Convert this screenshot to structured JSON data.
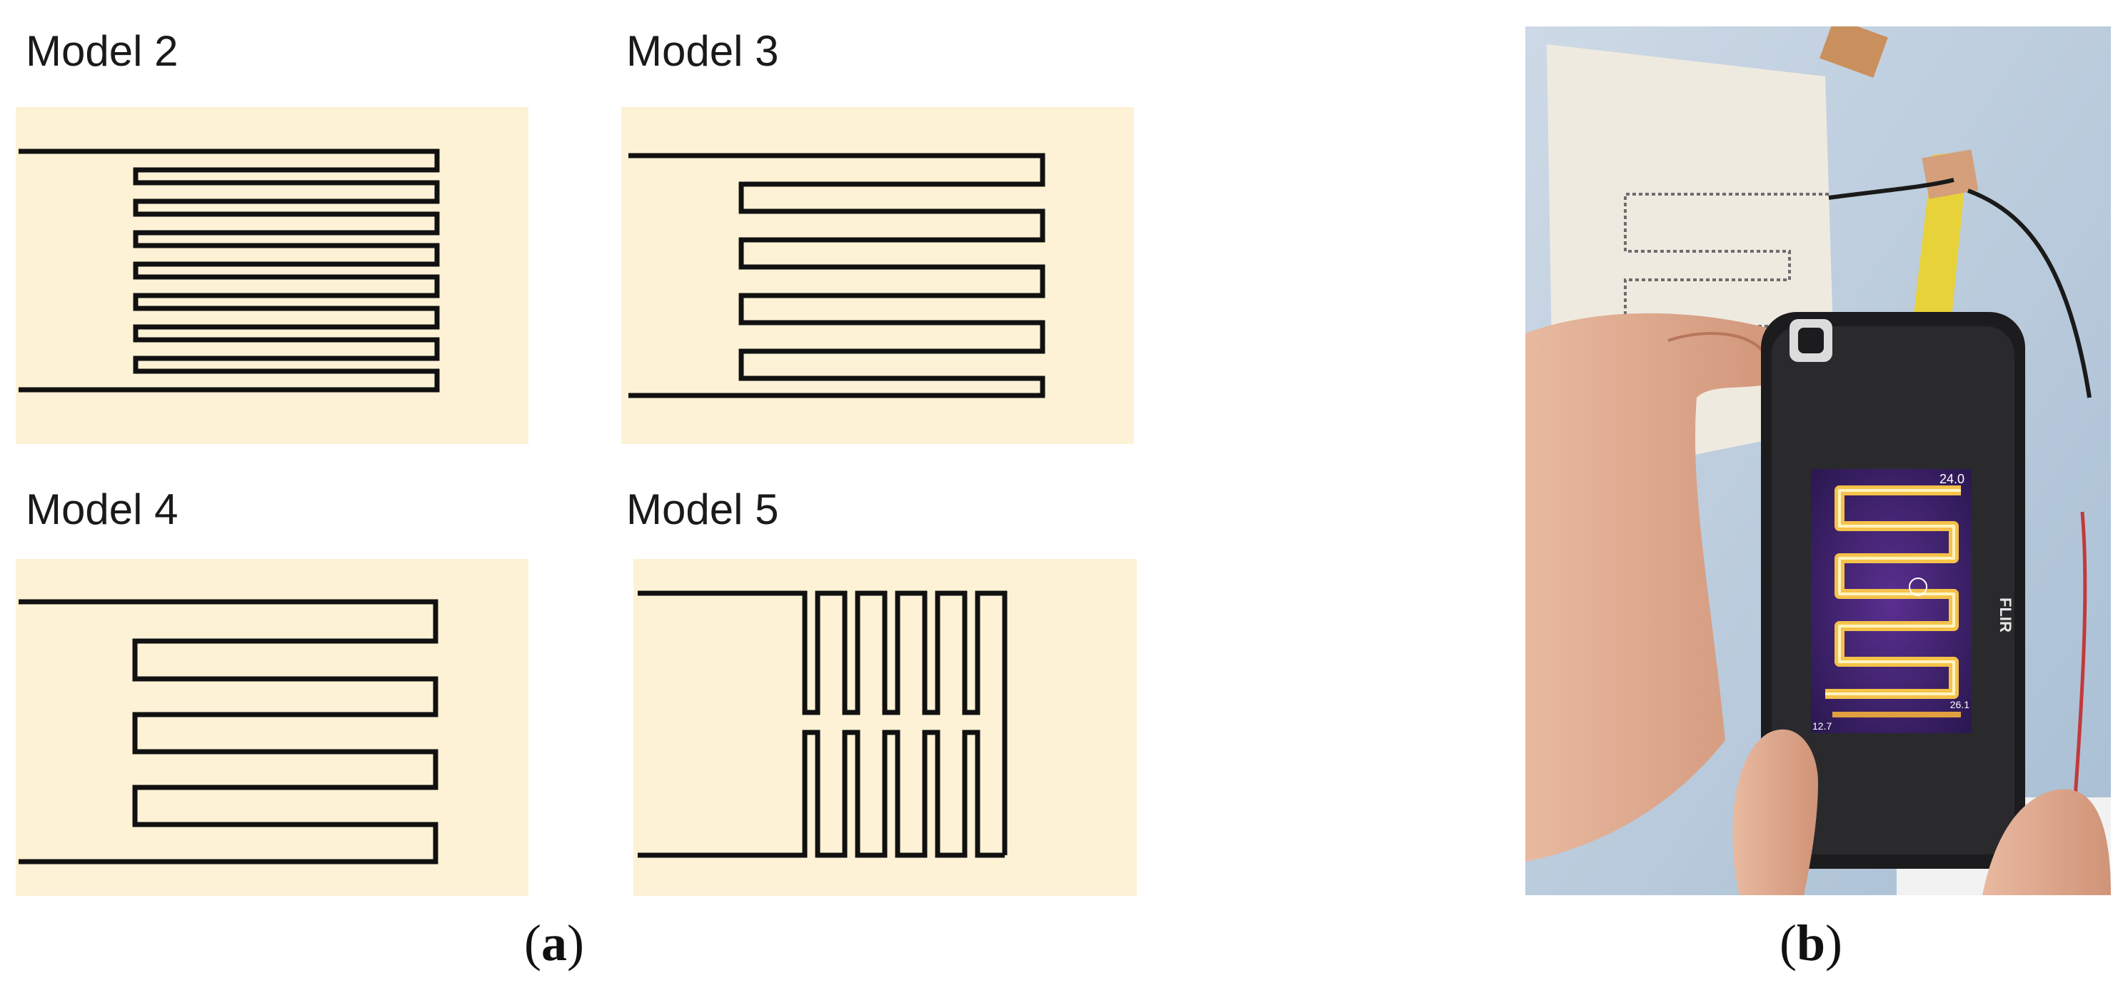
{
  "panel_a": {
    "models": [
      {
        "label": "Model 2"
      },
      {
        "label": "Model 3"
      },
      {
        "label": "Model 4"
      },
      {
        "label": "Model 5"
      }
    ],
    "caption_open": "(",
    "caption_letter": "a",
    "caption_close": ")"
  },
  "panel_b": {
    "device_brand": "FLIR",
    "readout_top": "24.0",
    "readout_bottom_left": "12.7",
    "readout_bottom_right": "26.1",
    "caption_open": "(",
    "caption_letter": "b",
    "caption_close": ")"
  },
  "colors": {
    "panel_background": "#fdf2d6",
    "trace": "#111111",
    "thermal_hot": "#f5c24a",
    "thermal_bg": "#4a2a8a"
  }
}
